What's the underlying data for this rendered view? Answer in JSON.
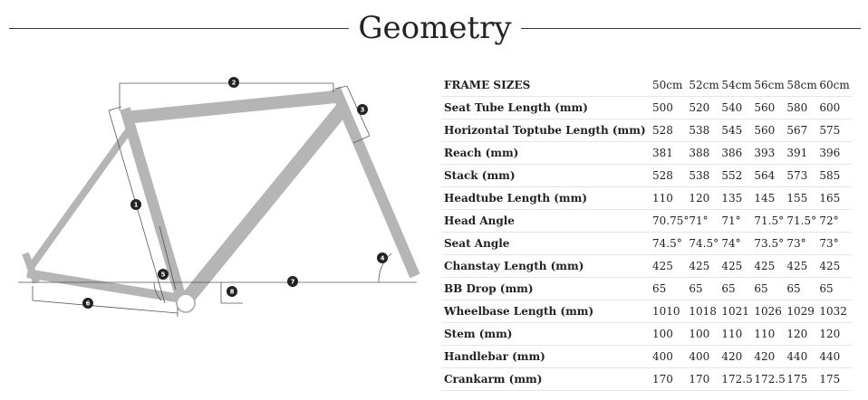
{
  "title": "Geometry",
  "diagram": {
    "markers": [
      "1",
      "2",
      "3",
      "4",
      "5",
      "6",
      "7",
      "8"
    ]
  },
  "table": {
    "header_label": "FRAME SIZES",
    "sizes": [
      "50cm",
      "52cm",
      "54cm",
      "56cm",
      "58cm",
      "60cm"
    ],
    "rows": [
      {
        "label": "Seat Tube Length (mm)",
        "values": [
          "500",
          "520",
          "540",
          "560",
          "580",
          "600"
        ]
      },
      {
        "label": "Horizontal Toptube Length (mm)",
        "values": [
          "528",
          "538",
          "545",
          "560",
          "567",
          "575"
        ]
      },
      {
        "label": "Reach (mm)",
        "values": [
          "381",
          "388",
          "386",
          "393",
          "391",
          "396"
        ]
      },
      {
        "label": "Stack (mm)",
        "values": [
          "528",
          "538",
          "552",
          "564",
          "573",
          "585"
        ]
      },
      {
        "label": "Headtube Length (mm)",
        "values": [
          "110",
          "120",
          "135",
          "145",
          "155",
          "165"
        ]
      },
      {
        "label": "Head Angle",
        "values": [
          "70.75°",
          "71°",
          "71°",
          "71.5°",
          "71.5°",
          "72°"
        ]
      },
      {
        "label": "Seat Angle",
        "values": [
          "74.5°",
          "74.5°",
          "74°",
          "73.5°",
          "73°",
          "73°"
        ]
      },
      {
        "label": "Chanstay Length (mm)",
        "values": [
          "425",
          "425",
          "425",
          "425",
          "425",
          "425"
        ]
      },
      {
        "label": "BB Drop (mm)",
        "values": [
          "65",
          "65",
          "65",
          "65",
          "65",
          "65"
        ]
      },
      {
        "label": "Wheelbase Length (mm)",
        "values": [
          "1010",
          "1018",
          "1021",
          "1026",
          "1029",
          "1032"
        ]
      },
      {
        "label": "Stem (mm)",
        "values": [
          "100",
          "100",
          "110",
          "110",
          "120",
          "120"
        ]
      },
      {
        "label": "Handlebar (mm)",
        "values": [
          "400",
          "400",
          "420",
          "420",
          "440",
          "440"
        ]
      },
      {
        "label": "Crankarm (mm)",
        "values": [
          "170",
          "170",
          "172.5",
          "172.5",
          "175",
          "175"
        ]
      }
    ]
  }
}
